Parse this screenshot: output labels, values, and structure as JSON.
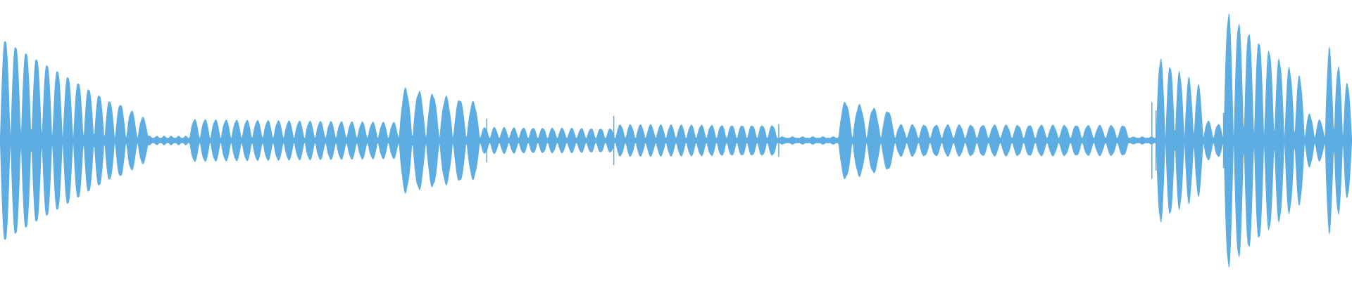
{
  "waveform": {
    "color": "#5dade2",
    "peak_scale": 1.0,
    "segments": [
      {
        "start": 0.0,
        "end": 0.085,
        "amp": 0.8,
        "cycles": 11,
        "taper": 0.65
      },
      {
        "start": 0.085,
        "end": 0.11,
        "amp": 0.3,
        "cycles": 3,
        "taper": 0.5
      },
      {
        "start": 0.108,
        "end": 0.14,
        "amp": 0.035,
        "cycles": 6,
        "taper": 0.0
      },
      {
        "start": 0.14,
        "end": 0.295,
        "amp": 0.16,
        "cycles": 20,
        "taper": 0.15
      },
      {
        "start": 0.295,
        "end": 0.355,
        "amp": 0.4,
        "cycles": 6,
        "taper": 0.3
      },
      {
        "start": 0.355,
        "end": 0.455,
        "amp": 0.1,
        "cycles": 14,
        "taper": 0.1
      },
      {
        "start": 0.455,
        "end": 0.575,
        "amp": 0.12,
        "cycles": 16,
        "taper": 0.05
      },
      {
        "start": 0.575,
        "end": 0.62,
        "amp": 0.03,
        "cycles": 6,
        "taper": 0.0
      },
      {
        "start": 0.62,
        "end": 0.662,
        "amp": 0.3,
        "cycles": 4,
        "taper": 0.3
      },
      {
        "start": 0.662,
        "end": 0.835,
        "amp": 0.12,
        "cycles": 20,
        "taper": 0.05
      },
      {
        "start": 0.835,
        "end": 0.855,
        "amp": 0.03,
        "cycles": 3,
        "taper": 0.0
      },
      {
        "start": 0.855,
        "end": 0.89,
        "amp": 0.65,
        "cycles": 5,
        "taper": 0.4
      },
      {
        "start": 0.89,
        "end": 0.905,
        "amp": 0.16,
        "cycles": 2,
        "taper": 0.3
      },
      {
        "start": 0.905,
        "end": 0.965,
        "amp": 1.0,
        "cycles": 8,
        "taper": 0.55
      },
      {
        "start": 0.965,
        "end": 0.98,
        "amp": 0.22,
        "cycles": 2,
        "taper": 0.4
      },
      {
        "start": 0.98,
        "end": 1.0,
        "amp": 0.75,
        "cycles": 3,
        "taper": 0.5
      }
    ],
    "spikes": [
      {
        "pos": 0.36,
        "amp": 0.16
      },
      {
        "pos": 0.454,
        "amp": 0.18
      },
      {
        "pos": 0.576,
        "amp": 0.12
      },
      {
        "pos": 0.624,
        "amp": 0.25
      },
      {
        "pos": 0.852,
        "amp": 0.28
      },
      {
        "pos": 0.855,
        "amp": 0.22
      },
      {
        "pos": 0.905,
        "amp": 0.2
      }
    ]
  }
}
